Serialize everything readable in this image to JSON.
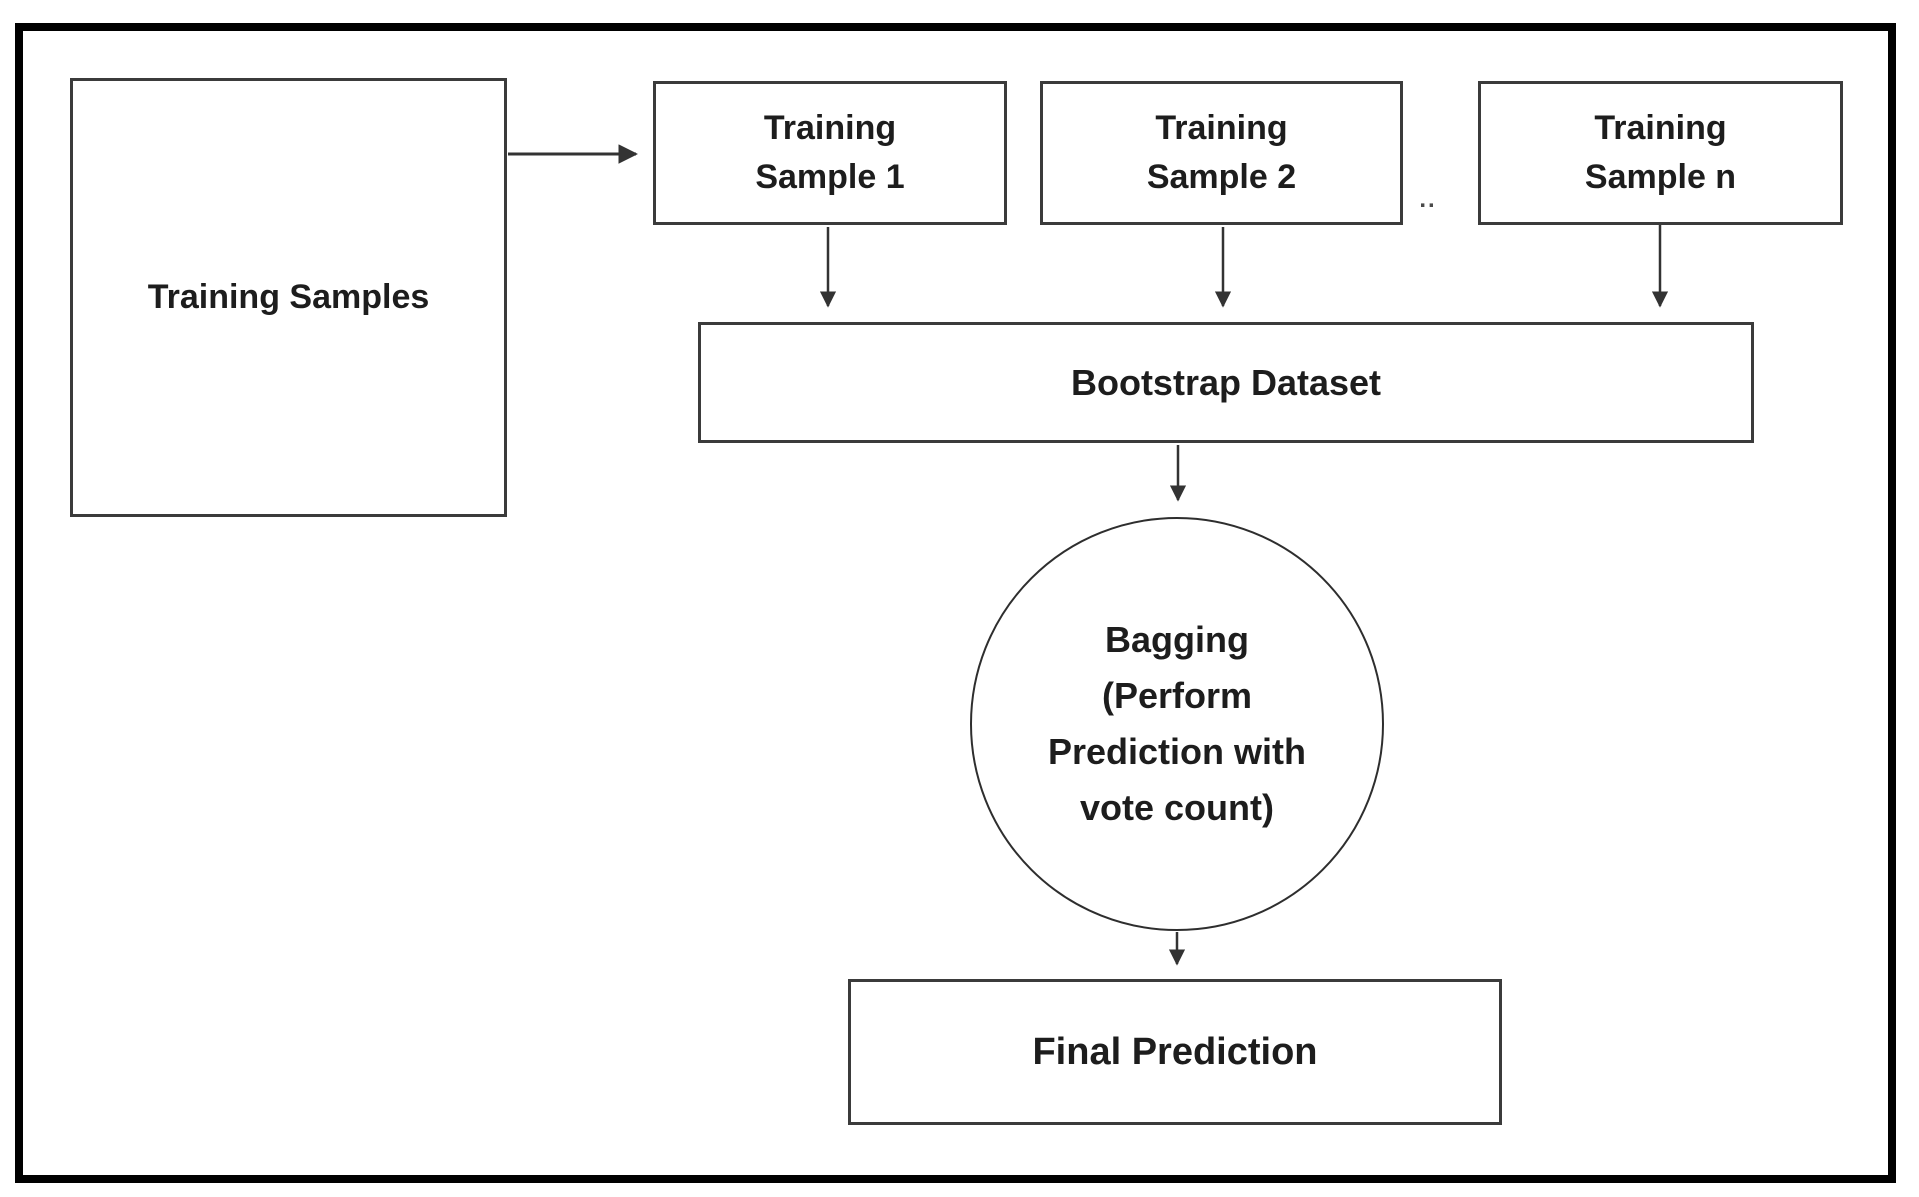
{
  "diagram": {
    "title_semantics": "Bagging ensemble flow diagram",
    "nodes": {
      "training_samples": {
        "label": "Training Samples"
      },
      "sample_1": {
        "label": "Training\nSample 1"
      },
      "sample_2": {
        "label": "Training\nSample 2"
      },
      "sample_n": {
        "label": "Training\nSample n"
      },
      "bootstrap": {
        "label": "Bootstrap Dataset"
      },
      "bagging": {
        "label": "Bagging\n(Perform\nPrediction with\nvote count)"
      },
      "final": {
        "label": "Final Prediction"
      }
    },
    "ellipsis": "..",
    "colors": {
      "frame": "#000000",
      "node_border": "#3b3b3b",
      "arrow": "#333333",
      "text": "#1d1d1d",
      "background": "#ffffff"
    }
  }
}
